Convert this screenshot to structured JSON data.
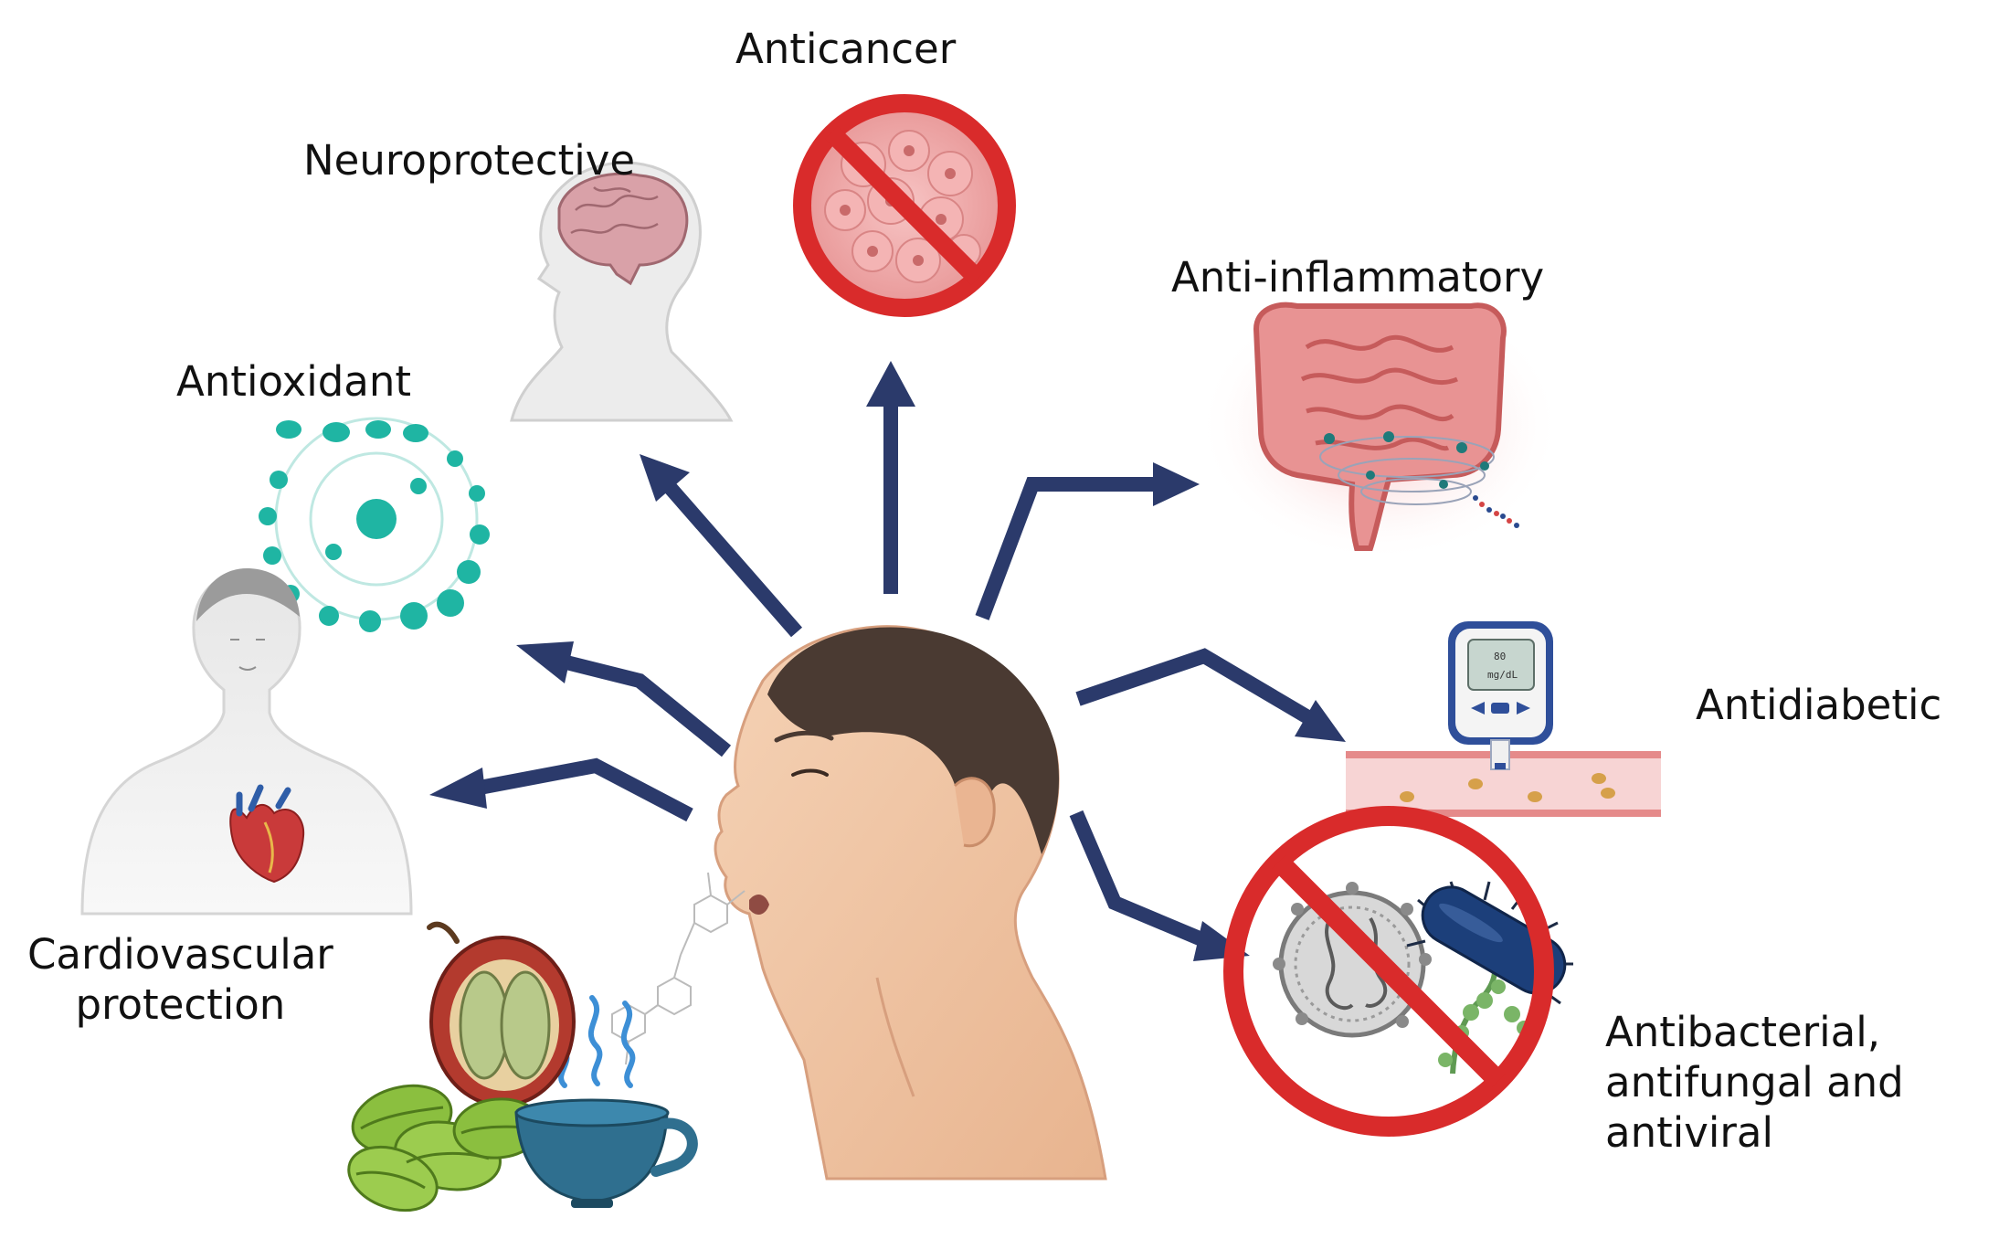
{
  "labels": {
    "anticancer": "Anticancer",
    "neuroprotective": "Neuroprotective",
    "anti_inflammatory": "Anti-inflammatory",
    "antioxidant": "Antioxidant",
    "antidiabetic": "Antidiabetic",
    "cardiovascular_line1": "Cardiovascular",
    "cardiovascular_line2": "protection",
    "antimicrobial_line1": "Antibacterial,",
    "antimicrobial_line2": "antifungal and",
    "antimicrobial_line3": "antiviral"
  },
  "glucometer": {
    "reading": "80",
    "unit": "mg/dL"
  },
  "colors": {
    "arrow": "#2b3a6b",
    "antioxidant": "#1fb5a3",
    "prohibition": "#d92b2b",
    "skin": "#f2c6a5",
    "hair": "#4a3a32",
    "cup": "#2f6f8f",
    "bean_green": "#8bbf3f",
    "cherry_red": "#b33a2e",
    "intestine": "#e07b7b",
    "bacterium": "#1c3f7a"
  },
  "icons": [
    "brain-head-icon",
    "cancer-cells-icon",
    "intestine-icon",
    "antioxidant-atom-icon",
    "glucometer-icon",
    "blood-vessel-icon",
    "human-torso-icon",
    "heart-icon",
    "virus-icon",
    "bacterium-icon",
    "fungus-icon",
    "coffee-cherry-icon",
    "green-coffee-beans-icon",
    "coffee-cup-icon",
    "molecule-icon",
    "person-head-icon"
  ]
}
